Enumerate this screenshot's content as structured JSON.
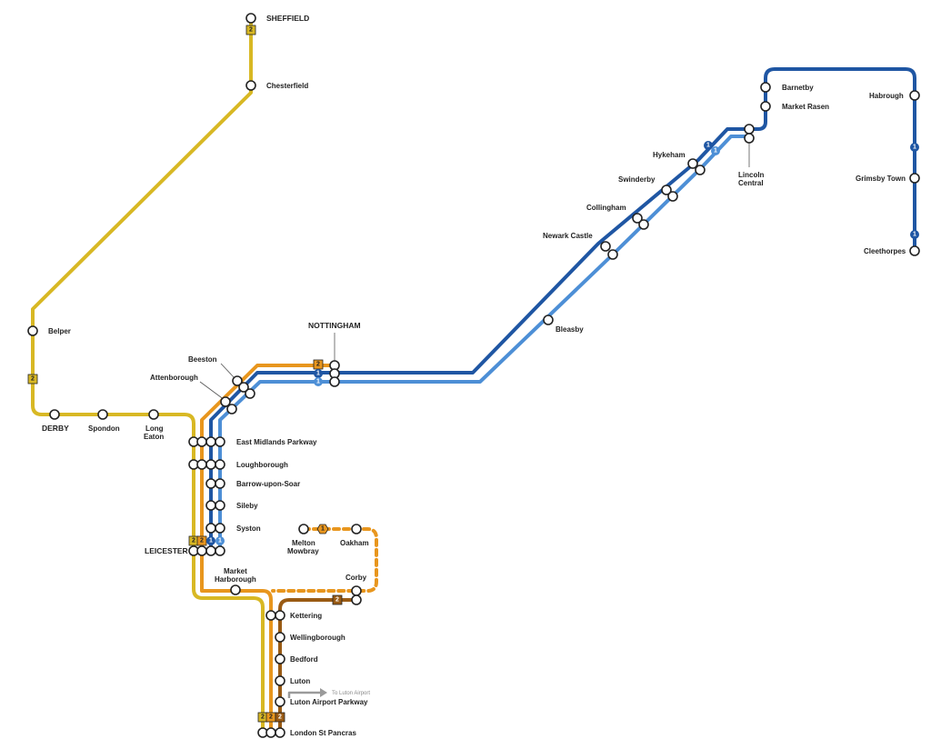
{
  "colors": {
    "yellow": "#d8b824",
    "orange": "#e8961e",
    "brown": "#9a5b14",
    "dark_blue": "#1f56a3",
    "light_blue": "#4d8fd6",
    "station_outline": "#222222",
    "arrow_grey": "#9a9a9a"
  },
  "stations": {
    "sheffield": "SHEFFIELD",
    "chesterfield": "Chesterfield",
    "belper": "Belper",
    "derby": "DERBY",
    "spondon": "Spondon",
    "long_eaton_1": "Long",
    "long_eaton_2": "Eaton",
    "beeston": "Beeston",
    "attenborough": "Attenborough",
    "nottingham": "NOTTINGHAM",
    "east_midlands_parkway": "East Midlands Parkway",
    "loughborough": "Loughborough",
    "barrow_upon_soar": "Barrow-upon-Soar",
    "sileby": "Sileby",
    "syston": "Syston",
    "leicester": "LEICESTER",
    "melton_mowbray_1": "Melton",
    "melton_mowbray_2": "Mowbray",
    "oakham": "Oakham",
    "market_harborough_1": "Market",
    "market_harborough_2": "Harborough",
    "corby": "Corby",
    "kettering": "Kettering",
    "wellingborough": "Wellingborough",
    "bedford": "Bedford",
    "luton": "Luton",
    "luton_airport_parkway": "Luton Airport Parkway",
    "london_st_pancras": "London St Pancras",
    "bleasby": "Bleasby",
    "newark_castle": "Newark Castle",
    "collingham": "Collingham",
    "swinderby": "Swinderby",
    "hykeham": "Hykeham",
    "lincoln_central_1": "Lincoln",
    "lincoln_central_2": "Central",
    "barnetby": "Barnetby",
    "market_rasen": "Market Rasen",
    "habrough": "Habrough",
    "grimsby_town": "Grimsby Town",
    "cleethorpes": "Cleethorpes"
  },
  "annotations": {
    "to_luton_airport": "To Luton Airport"
  },
  "badges": {
    "two": "2",
    "one": "1"
  },
  "icons": {
    "station": "station-circle-icon",
    "arrow": "arrow-right-icon",
    "frequency_badge": "frequency-badge-icon"
  }
}
